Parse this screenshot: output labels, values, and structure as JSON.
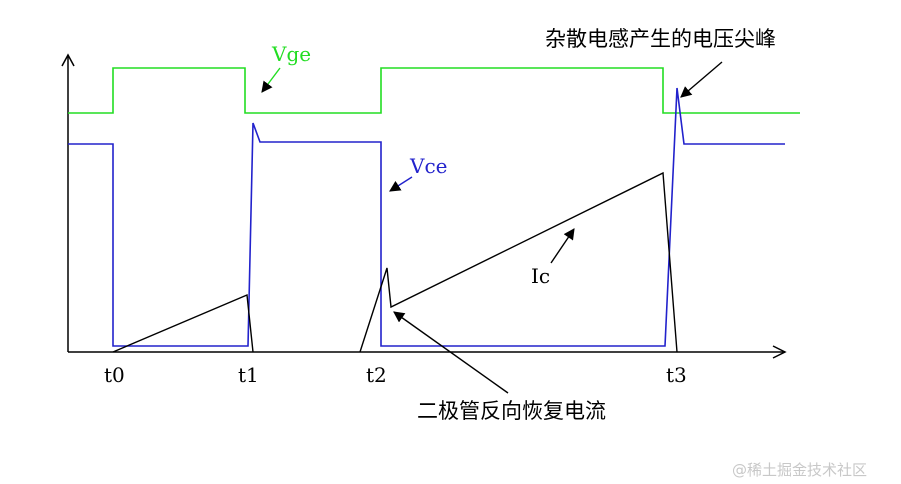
{
  "signals": {
    "vge": {
      "label": "Vge",
      "color": "#22dd22"
    },
    "vce": {
      "label": "Vce",
      "color": "#2222cc"
    },
    "ic": {
      "label": "Ic",
      "color": "#000000"
    }
  },
  "time_labels": [
    "t0",
    "t1",
    "t2",
    "t3"
  ],
  "annotations": {
    "spike": "杂散电感产生的电压尖峰",
    "recovery": "二极管反向恢复电流"
  },
  "watermark": "@稀土掘金技术社区"
}
